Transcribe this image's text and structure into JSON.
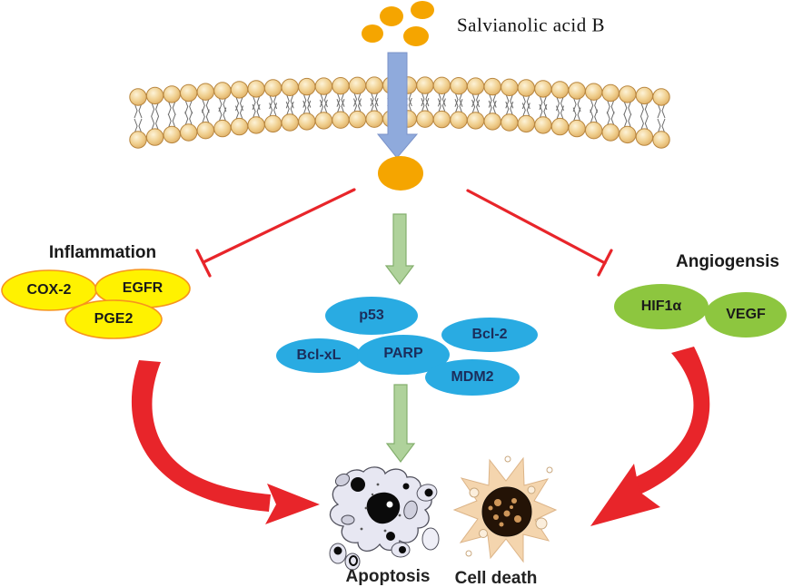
{
  "title": "Salvianolic acid B",
  "palette": {
    "drug_orange": "#F5A500",
    "membrane_head_tan": "#EBC07E",
    "entry_arrow_blue": "#8FAADC",
    "signal_arrow_green": "#AFD29B",
    "inhibition_red": "#E8252A",
    "inflammation_node_fill": "#FFF200",
    "inflammation_node_border": "#F7941D",
    "center_node_fill": "#29ABE2",
    "center_node_text": "#1B2D5B",
    "angiogenesis_node_fill": "#8DC63F",
    "apoptosis_cell_fill": "#E7E7F2",
    "dead_cell_fill": "#F4D5AE"
  },
  "groups": {
    "inflammation": {
      "label": "Inflammation"
    },
    "angiogenesis": {
      "label": "Angiogensis"
    }
  },
  "nodes": {
    "inflammation": [
      {
        "label": "COX-2"
      },
      {
        "label": "EGFR"
      },
      {
        "label": "PGE2"
      }
    ],
    "center": [
      {
        "label": "p53"
      },
      {
        "label": "Bcl-xL"
      },
      {
        "label": "PARP"
      },
      {
        "label": "Bcl-2"
      },
      {
        "label": "MDM2"
      }
    ],
    "angiogenesis": [
      {
        "label": "HIF1α"
      },
      {
        "label": "VEGF"
      }
    ]
  },
  "outcomes": {
    "apoptosis": {
      "label": "Apoptosis"
    },
    "cell_death": {
      "label": "Cell death"
    }
  }
}
